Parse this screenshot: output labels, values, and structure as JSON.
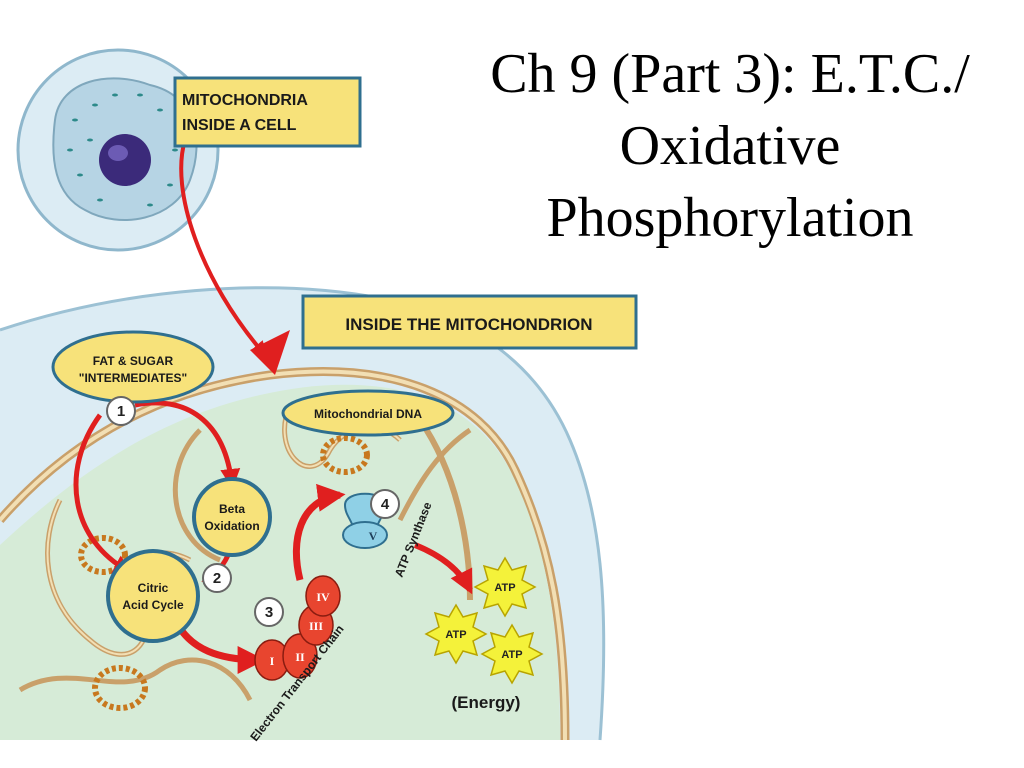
{
  "title": {
    "line1": "Ch 9 (Part 3): E.T.C./",
    "line2": "Oxidative",
    "line3": "Phosphorylation"
  },
  "labels": {
    "cell_box_line1": "MITOCHONDRIA",
    "cell_box_line2": "INSIDE A CELL",
    "mito_box": "INSIDE THE MITOCHONDRION",
    "fat_sugar_line1": "FAT & SUGAR",
    "fat_sugar_line2": "\"INTERMEDIATES\"",
    "mito_dna": "Mitochondrial DNA",
    "beta_line1": "Beta",
    "beta_line2": "Oxidation",
    "citric_line1": "Citric",
    "citric_line2": "Acid Cycle",
    "etc": "Electron Transport Chain",
    "atp_synthase": "ATP Synthase",
    "energy": "(Energy)"
  },
  "steps": [
    "1",
    "2",
    "3",
    "4"
  ],
  "complexes": [
    "I",
    "II",
    "III",
    "IV",
    "V"
  ],
  "atp_bursts": [
    "ATP",
    "ATP",
    "ATP"
  ],
  "colors": {
    "label_box": "#f7e27a",
    "label_border": "#2f6f8f",
    "arrow": "#e01f1f",
    "cell_fill": "#dcecf4",
    "matrix_fill": "#d6ebd7",
    "membrane": "#c9a06a",
    "complex": "#e8452f",
    "atp": "#f4f23a"
  }
}
